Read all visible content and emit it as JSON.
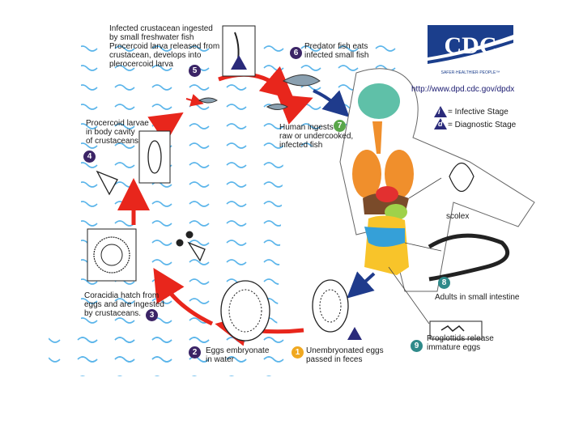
{
  "labels": {
    "stage5": "Infected crustacean ingested\nby small freshwater fish\nProcercoid larva released from\ncrustacean, develops into\nplerocercoid larva",
    "stage6": "Predator fish eats\ninfected small fish",
    "stage7": "Human ingests\nraw or undercooked,\ninfected fish",
    "stage4": "Procercoid larvae\nin body cavity\nof crustaceans",
    "stage3": "Coracidia hatch from\neggs and are ingested\nby crustaceans.",
    "stage2": "Eggs embryonate\nin water",
    "stage1": "Unembryonated eggs\npassed in feces",
    "stage9": "Proglottids release\nimmature eggs",
    "scolex": "scolex",
    "adults": "Adults in small intestine"
  },
  "badges": {
    "b1": "1",
    "b2": "2",
    "b3": "3",
    "b4": "4",
    "b5": "5",
    "b6": "6",
    "b7": "7",
    "b8": "8",
    "b9": "9"
  },
  "legend": {
    "infective_letter": "i",
    "infective_text": "= Infective Stage",
    "diagnostic_letter": "d",
    "diagnostic_text": "= Diagnostic Stage"
  },
  "logo": {
    "text": "CDC",
    "tagline": "SAFER·HEALTHIER·PEOPLE™",
    "url": "http://www.dpd.cdc.gov/dpdx"
  },
  "colors": {
    "arrow_red": "#e8261c",
    "arrow_blue": "#1f3b8c",
    "water": "#5bb5ea",
    "logo_blue": "#1b3e8c"
  }
}
